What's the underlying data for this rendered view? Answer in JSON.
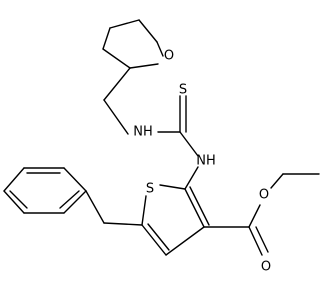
{
  "structure": {
    "atom_labels": {
      "ring_oxygen": "O",
      "thioamide_sulfur": "S",
      "nh_upper": "NH",
      "nh_lower": "NH",
      "thiophene_sulfur": "S",
      "ester_oxygen": "O",
      "carbonyl_oxygen": "O"
    }
  }
}
